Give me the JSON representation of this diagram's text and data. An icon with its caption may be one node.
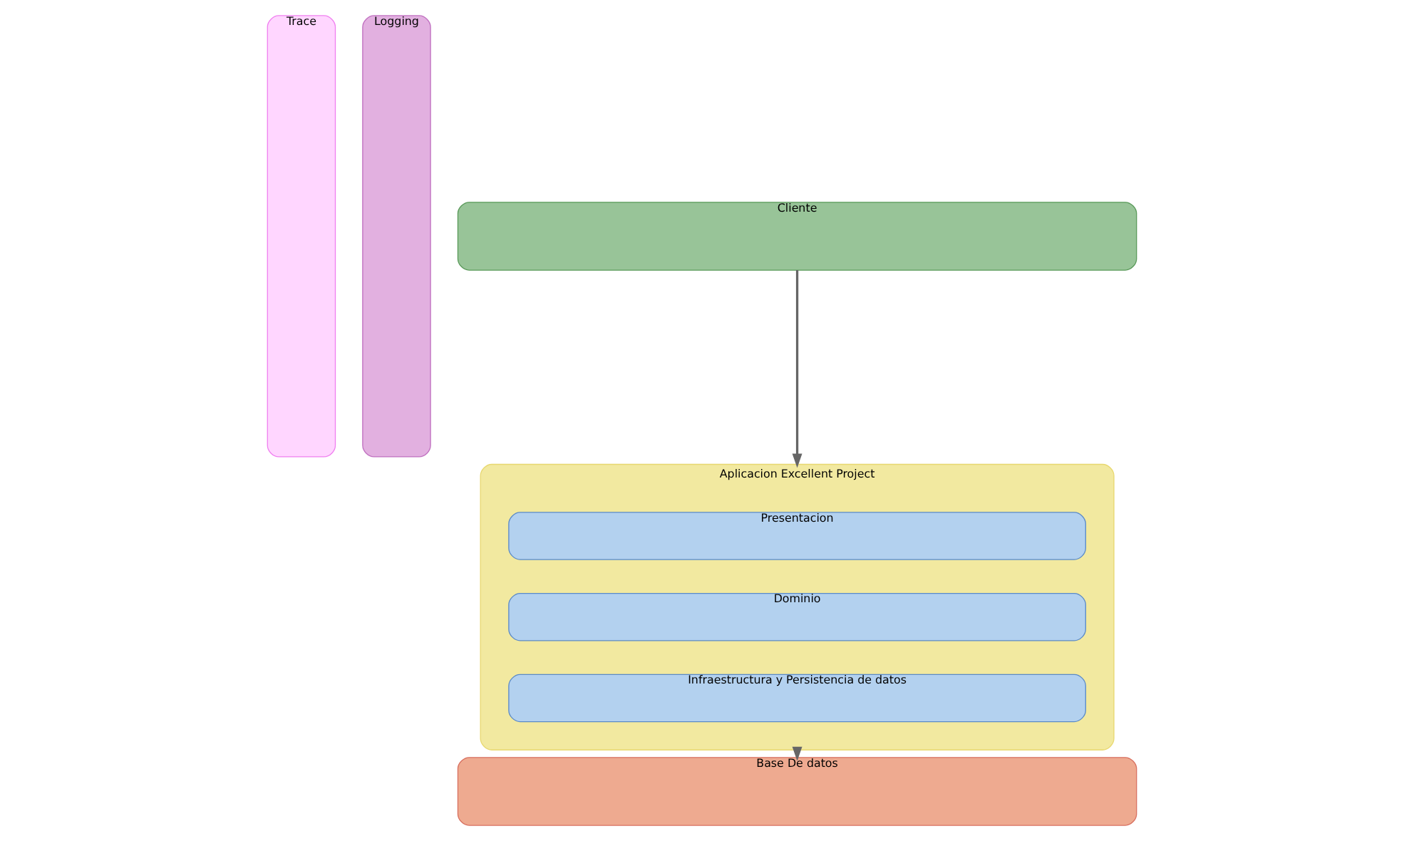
{
  "diagram": {
    "nodes": [
      {
        "text": [
          "Trace"
        ]
      },
      {
        "text": [
          "Logging"
        ]
      },
      {
        "text": [
          "Cliente"
        ]
      },
      {
        "text": [
          "Aplicacion Excellent Project"
        ]
      },
      {
        "text": [
          "Presentacion"
        ],
        "in": 3
      },
      {
        "text": [
          "Dominio"
        ],
        "in": 3
      },
      {
        "text": [
          "Infraestructura y Persistencia de datos"
        ],
        "in": 3
      },
      {
        "text": [
          "Base De datos"
        ]
      }
    ],
    "edges": [
      {
        "from": 2,
        "to": 3,
        "arrow": "to"
      },
      {
        "from": 3,
        "to": 7,
        "arrow": "to"
      }
    ]
  }
}
